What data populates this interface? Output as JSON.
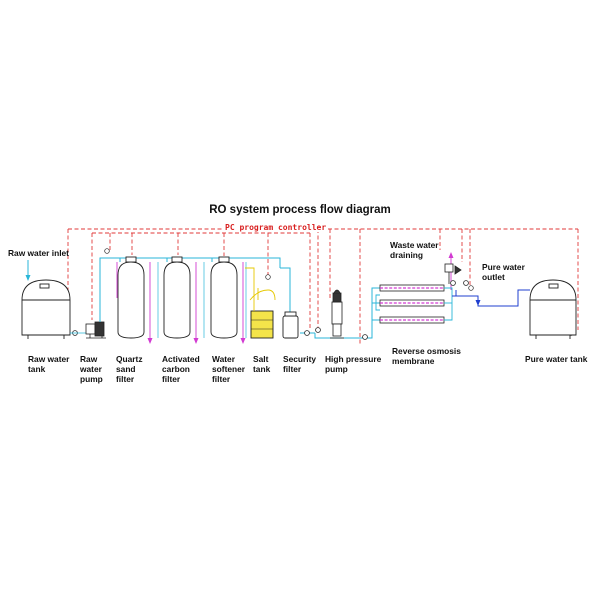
{
  "title": "RO system process flow diagram",
  "controller": "PC program controller",
  "labels": {
    "raw_water_inlet": "Raw water inlet",
    "raw_water_tank": "Raw water\ntank",
    "raw_water_pump": "Raw\nwater\npump",
    "quartz_sand_filter": "Quartz\nsand\nfilter",
    "activated_carbon_filter": "Activated\ncarbon\nfilter",
    "water_softener_filter": "Water\nsoftener\nfilter",
    "salt_tank": "Salt\ntank",
    "security_filter": "Security\nfilter",
    "high_pressure_pump": "High pressure\npump",
    "reverse_osmosis_membrane": "Reverse osmosis\nmembrane",
    "waste_water_draining": "Waste water\ndraining",
    "pure_water_outlet": "Pure water\noutlet",
    "pure_water_tank": "Pure water tank"
  },
  "colors": {
    "control_line": "#e03a3a",
    "raw_water_line": "#29b6d8",
    "pure_water_line": "#1f3fcf",
    "waste_line": "#d23bd2",
    "softener_line": "#e6c800",
    "equipment": "#222222"
  }
}
